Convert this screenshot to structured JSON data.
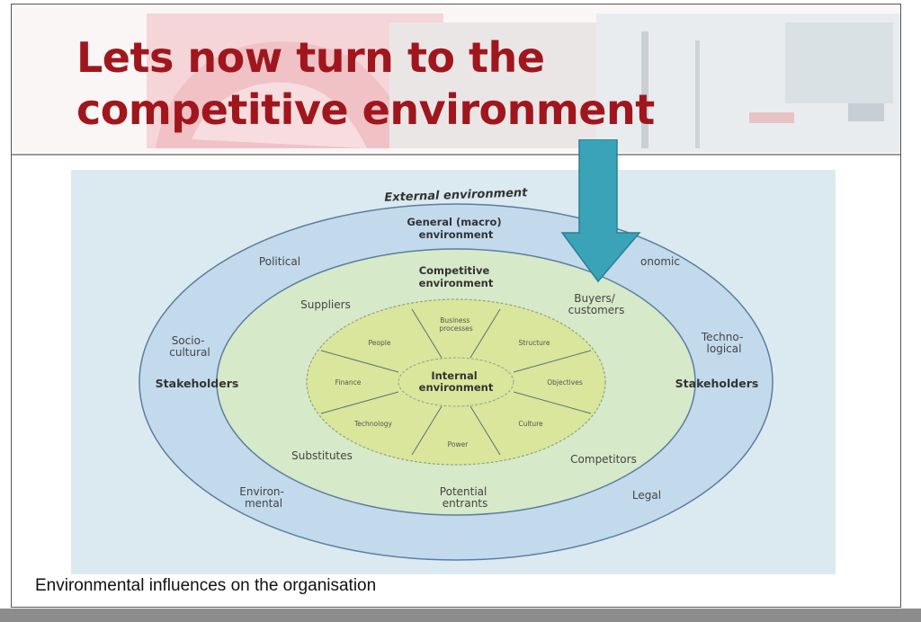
{
  "slide": {
    "title": "Lets now turn to the competitive environment",
    "caption": "Environmental influences on the organisation"
  },
  "diagram": {
    "external_label": "External environment",
    "general_title": "General (macro) environment",
    "macro_factors": {
      "political": "Political",
      "economic": "onomic",
      "socio_cultural": "Socio-cultural",
      "technological": "Techno-logical",
      "environmental": "Environ-mental",
      "legal": "Legal"
    },
    "stakeholders_left": "Stakeholders",
    "stakeholders_right": "Stakeholders",
    "competitive_title": "Competitive environment",
    "competitive_factors": {
      "suppliers": "Suppliers",
      "buyers": "Buyers/ customers",
      "substitutes": "Substitutes",
      "competitors": "Competitors",
      "entrants": "Potential entrants"
    },
    "internal_title": "Internal environment",
    "internal_factors": {
      "business_processes": "Business processes",
      "structure": "Structure",
      "objectives": "Objectives",
      "culture": "Culture",
      "power": "Power",
      "technology": "Technology",
      "finance": "Finance",
      "people": "People"
    }
  },
  "colors": {
    "title": "#a0161d",
    "diagram_bg": "#dbeaf1",
    "outer_ring": "#c2daec",
    "competitive_ring": "#d6e9c8",
    "internal_circle": "#d9e69b",
    "arrow": "#3aa3b8"
  },
  "icons": {
    "arrow": "down-arrow-icon"
  }
}
